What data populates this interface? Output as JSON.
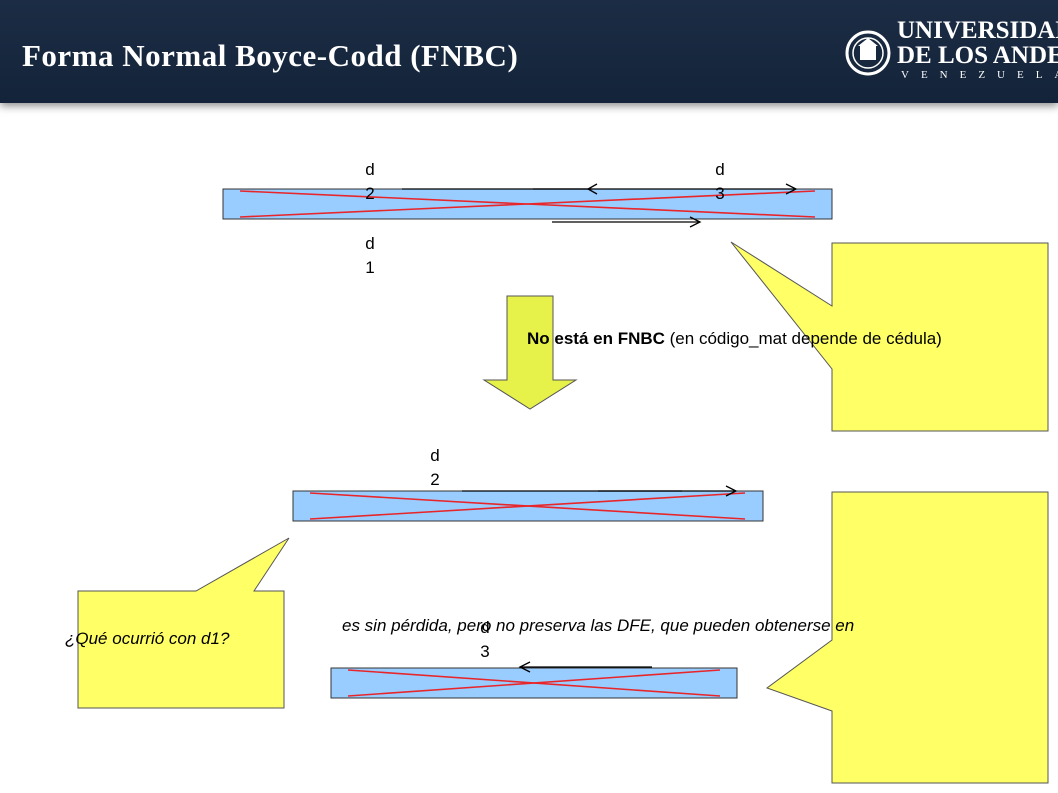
{
  "header": {
    "title": "Forma Normal Boyce-Codd (FNBC)",
    "logo": {
      "line1": "UNIVERSIDAD",
      "line2": "DE LOS ANDES",
      "line3": "VENEZUELA"
    }
  },
  "labels": {
    "top_d2": "d\n2",
    "top_d3": "d\n3",
    "top_d1": "d\n1",
    "mid_d2": "d\n2",
    "bot_d3": "d\n3"
  },
  "callouts": {
    "right_top": {
      "bold": "No está en FNBC",
      "rest": " (en código_mat depende de cédula)"
    },
    "left_bottom": {
      "text": "¿Qué ocurrió con d1?"
    },
    "right_bottom": {
      "text": "es sin pérdida, pero no preserva las DFE, que pueden obtenerse en"
    }
  },
  "colors": {
    "header_bg": "#1b2c44",
    "table_fill": "#99ccff",
    "cross_line": "#e8262a",
    "callout_fill": "#ffff66",
    "arrow_fill": "#e6f14a"
  }
}
